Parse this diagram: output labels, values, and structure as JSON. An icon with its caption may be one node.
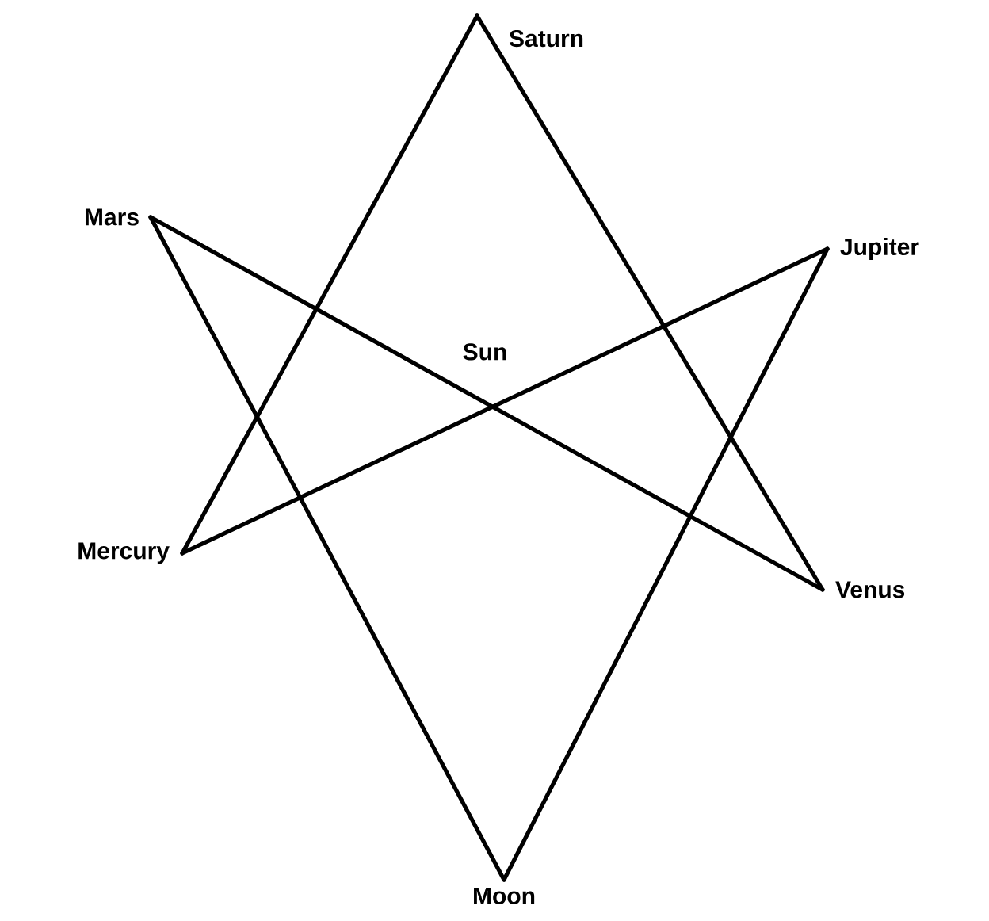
{
  "diagram": {
    "nodes": [
      {
        "text": [
          "Saturn"
        ]
      },
      {
        "text": [
          "Mars"
        ]
      },
      {
        "text": [
          "Jupiter"
        ]
      },
      {
        "text": [
          "Mercury"
        ]
      },
      {
        "text": [
          "Venus"
        ]
      },
      {
        "text": [
          "Moon"
        ]
      }
    ],
    "edges": [
      {
        "from": 0,
        "to": 3,
        "arrow": "none"
      },
      {
        "from": 3,
        "to": 2,
        "arrow": "none"
      },
      {
        "from": 2,
        "to": 5,
        "arrow": "none"
      },
      {
        "from": 5,
        "to": 1,
        "arrow": "none"
      },
      {
        "from": 1,
        "to": 4,
        "arrow": "none"
      },
      {
        "from": 4,
        "to": 0,
        "arrow": "none"
      }
    ],
    "labels": [
      "Sun"
    ]
  }
}
